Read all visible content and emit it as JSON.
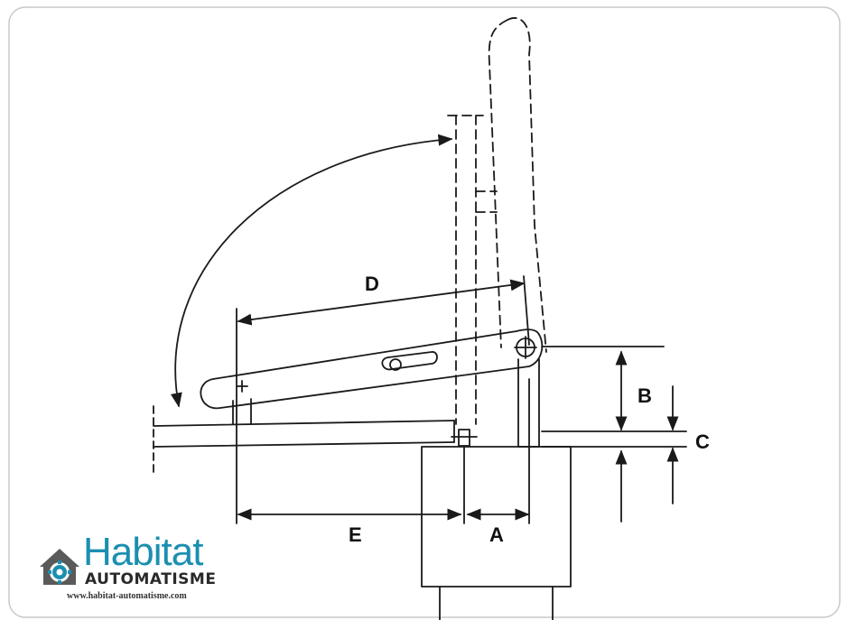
{
  "labels": {
    "A": "A",
    "B": "B",
    "C": "C",
    "D": "D",
    "E": "E"
  },
  "logo": {
    "word": "Habitat",
    "sub": "AUTOMATISME",
    "url": "www.habitat-automatisme.com",
    "icon": "house-gear-icon"
  },
  "colors": {
    "line": "#1a1a1a",
    "frame": "#c8c8c8",
    "brand_blue": "#1b8fb0",
    "brand_grey": "#5a5a5a"
  }
}
